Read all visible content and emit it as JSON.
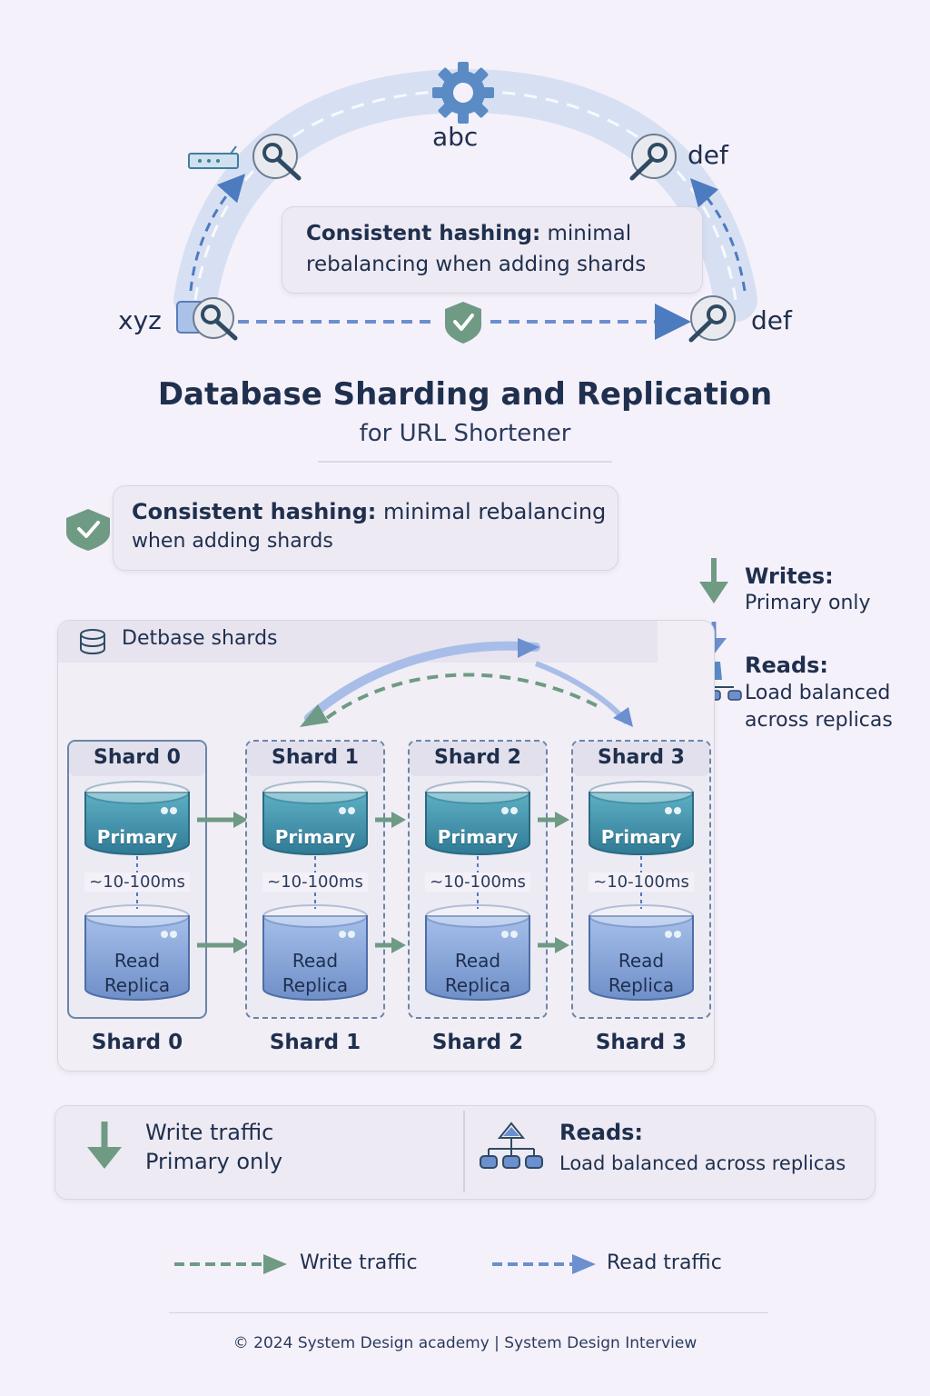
{
  "ring": {
    "top_label": "abc",
    "right_upper_label": "def",
    "right_lower_label": "def",
    "left_lower_label": "xyz",
    "callout_bold": "Consistent hashing:",
    "callout_line1_rest": " minimal",
    "callout_line2": "rebalancing when adding shards"
  },
  "header": {
    "title": "Database Sharding and Replication",
    "subtitle": "for URL Shortener"
  },
  "hash_note": {
    "bold": "Consistent hashing:",
    "line1_rest": " minimal rebalancing",
    "line2": "when adding shards"
  },
  "side_legend": {
    "writes_title": "Writes:",
    "writes_text": "Primary only",
    "reads_title": "Reads:",
    "reads_line1": "Load balanced",
    "reads_line2": "across replicas"
  },
  "shards_panel": {
    "title": "Detbase shards",
    "shards": [
      {
        "head": "Shard 0",
        "primary": "Primary",
        "latency": "~10-100ms",
        "replica_line1": "Read",
        "replica_line2": "Replica",
        "foot": "Shard 0"
      },
      {
        "head": "Shard 1",
        "primary": "Primary",
        "latency": "~10-100ms",
        "replica_line1": "Read",
        "replica_line2": "Replica",
        "foot": "Shard 1"
      },
      {
        "head": "Shard 2",
        "primary": "Primary",
        "latency": "~10-100ms",
        "replica_line1": "Read",
        "replica_line2": "Replica",
        "foot": "Shard 2"
      },
      {
        "head": "Shard 3",
        "primary": "Primary",
        "latency": "~10-100ms",
        "replica_line1": "Read",
        "replica_line2": "Replica",
        "foot": "Shard 3"
      }
    ]
  },
  "traffic_card": {
    "write_line1": "Write traffic",
    "write_line2": "Primary only",
    "reads_title": "Reads:",
    "reads_text": "Load balanced across replicas"
  },
  "legend": {
    "write": "Write traffic",
    "read": "Read traffic"
  },
  "footer": "© 2024 System Design academy | System Design Interview",
  "colors": {
    "primary_db": "#3f8fa8",
    "replica_db": "#7f9fd4",
    "write_green": "#6f9a84",
    "read_blue": "#6b8fcf",
    "text": "#1f2f4e"
  },
  "icons": [
    "gear-icon",
    "key-icon",
    "router-icon",
    "shield-check-icon",
    "database-icon",
    "arrow-down-icon",
    "load-balancer-icon"
  ]
}
